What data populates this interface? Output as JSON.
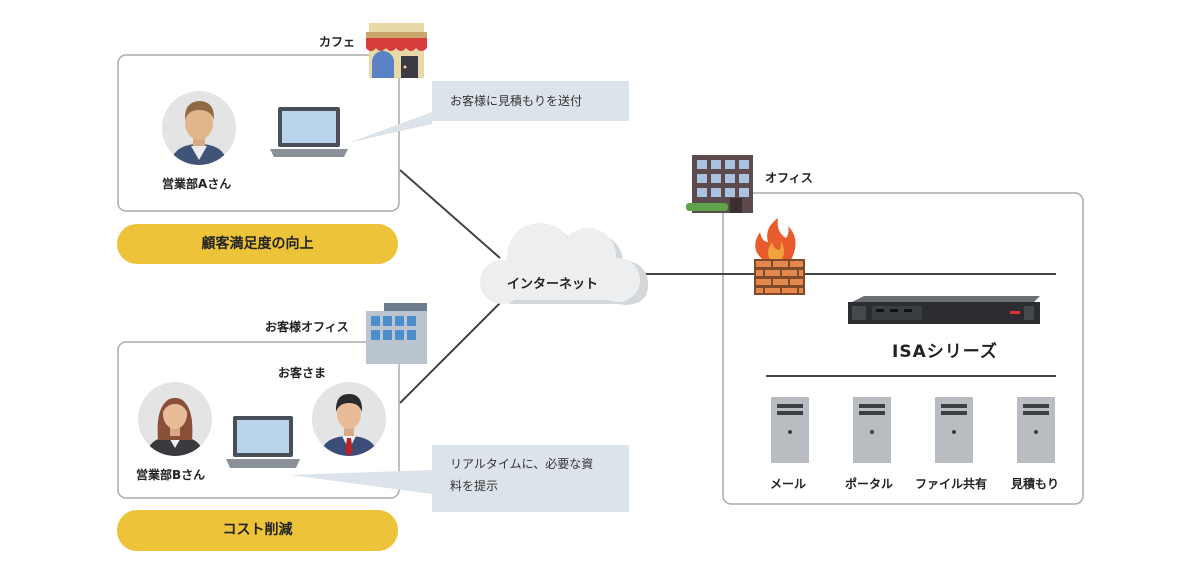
{
  "cafe": {
    "label": "カフェ",
    "person_label": "営業部Aさん",
    "bubble": "お客様に見積もりを送付",
    "benefit": "顧客満足度の向上"
  },
  "client": {
    "label": "お客様オフィス",
    "customer_label": "お客さま",
    "person_label": "営業部Bさん",
    "bubble_line1": "リアルタイムに、必要な資",
    "bubble_line2": "料を提示",
    "benefit": "コスト削減"
  },
  "internet": {
    "label": "インターネット"
  },
  "office": {
    "label": "オフィス",
    "product": "ISAシリーズ",
    "servers": [
      "メール",
      "ポータル",
      "ファイル共有",
      "見積もり"
    ]
  },
  "colors": {
    "pill": "#EDC33A",
    "bubble": "#DDE3EA",
    "line": "#444444",
    "box_border": "#AAAAAA"
  }
}
